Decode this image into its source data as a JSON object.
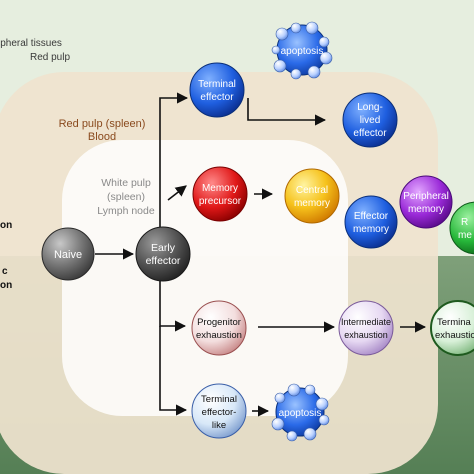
{
  "colors": {
    "top_band": "#e6eedf",
    "bottom_band": "#5f8a5f",
    "red_pulp": "#efe3cf",
    "white_pulp": "#ffffff",
    "arrow": "#111111"
  },
  "regions": {
    "peripheral": [
      "ipheral tissues",
      "Red pulp"
    ],
    "red_pulp_blood": [
      "Red pulp (spleen)",
      "Blood"
    ],
    "white_pulp": [
      "White pulp",
      "(spleen)",
      "Lymph node"
    ],
    "left_side": [
      "on",
      "c",
      "on"
    ]
  },
  "cells": {
    "naive": "Naive",
    "early_effector": [
      "Early",
      "effector"
    ],
    "terminal_effector": [
      "Terminal",
      "effector"
    ],
    "long_lived_effector": [
      "Long-",
      "lived",
      "effector"
    ],
    "memory_precursor": [
      "Memory",
      "precursor"
    ],
    "central_memory": [
      "Central",
      "memory"
    ],
    "peripheral_memory": [
      "Peripheral",
      "memory"
    ],
    "effector_memory": [
      "Effector",
      "memory"
    ],
    "resident_memory": [
      "R",
      "me"
    ],
    "progenitor_exhaustion": [
      "Progenitor",
      "exhaustion"
    ],
    "intermediate_exhaustion": [
      "Intermediate",
      "exhaustion"
    ],
    "terminal_exhaustion": [
      "Termina",
      "exhaustio"
    ],
    "terminal_effector_like": [
      "Terminal",
      "effector-",
      "like"
    ],
    "apoptosis_top": "apoptosis",
    "apoptosis_bottom": "apoptosis"
  }
}
